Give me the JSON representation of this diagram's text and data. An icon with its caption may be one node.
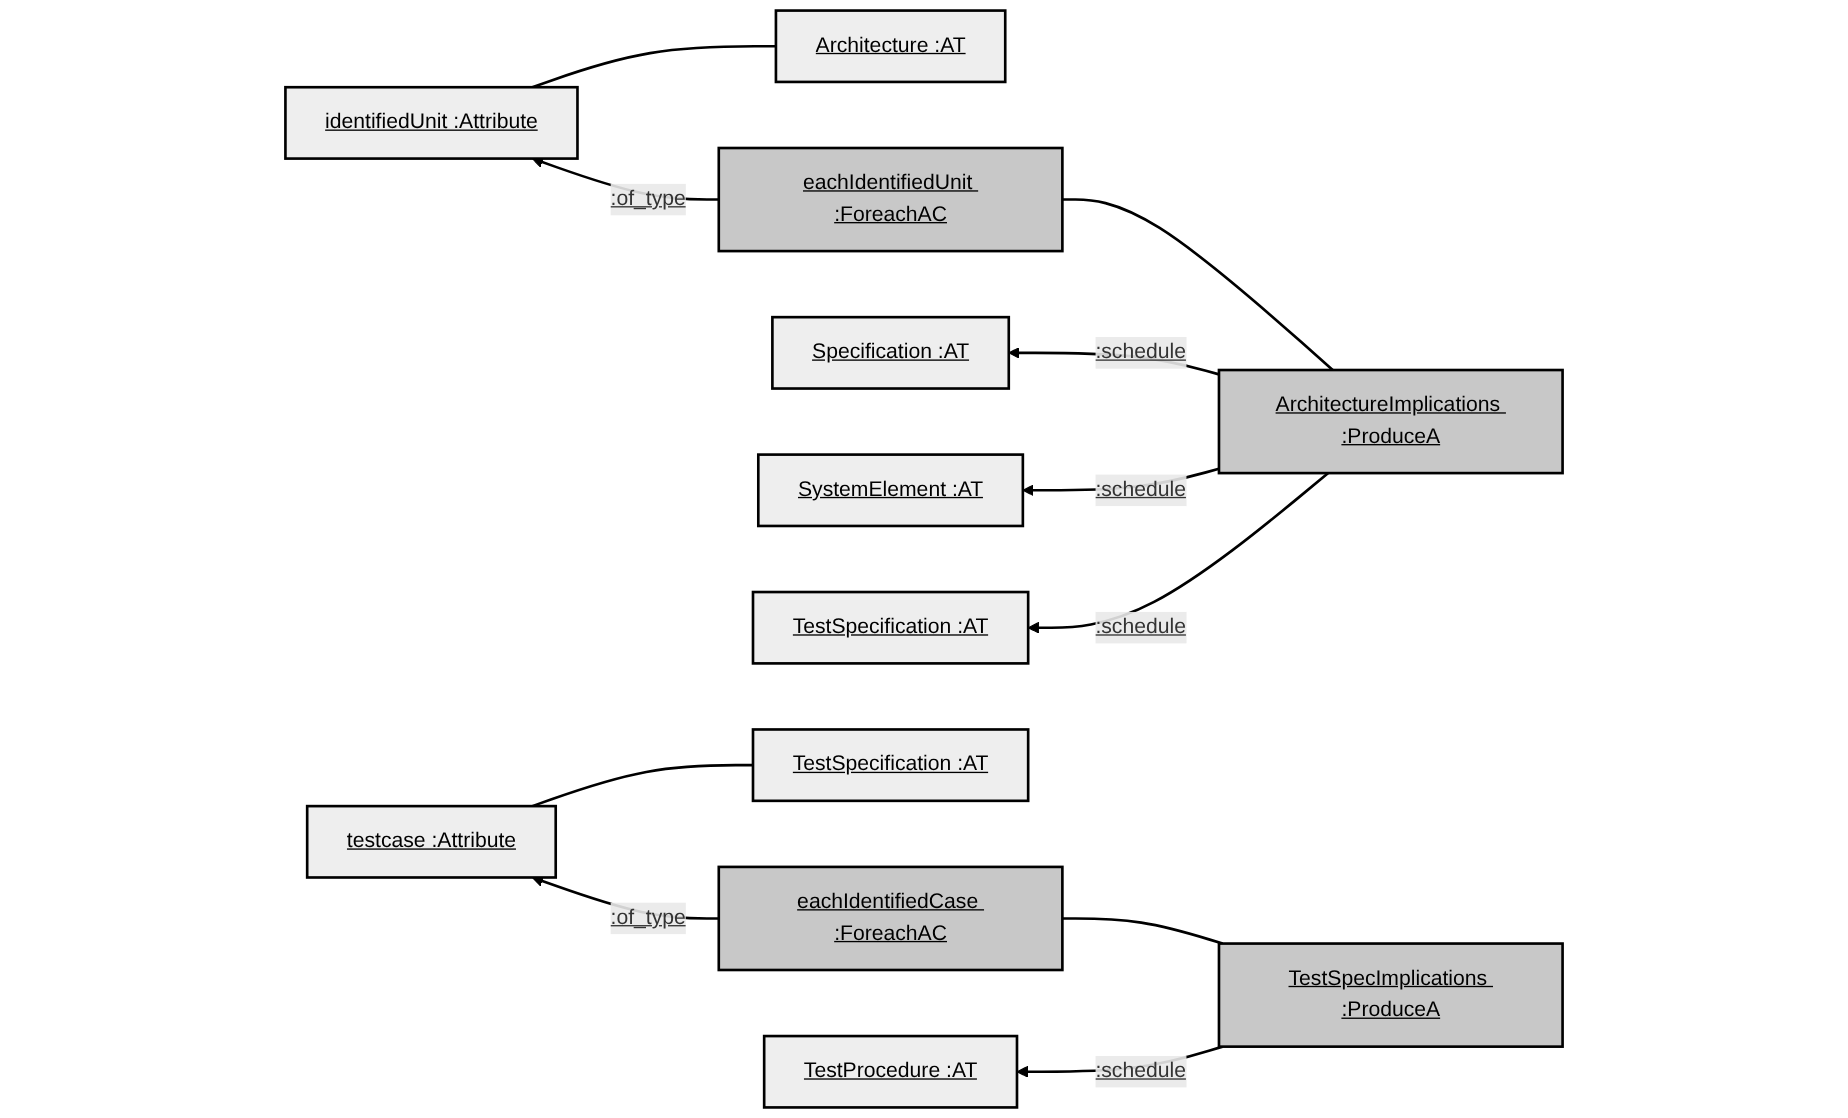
{
  "diagram": {
    "nodes": [
      {
        "text": [
          "Architecture :AT"
        ]
      },
      {
        "text": [
          "identifiedUnit :Attribute"
        ]
      },
      {
        "text": [
          "ArchitectureImplications :ProduceA"
        ]
      },
      {
        "text": [
          "eachIdentifiedUnit :ForeachAC"
        ]
      },
      {
        "text": [
          "Specification :AT"
        ]
      },
      {
        "text": [
          "SystemElement :AT"
        ]
      },
      {
        "text": [
          "TestSpecification :AT"
        ]
      },
      {
        "text": [
          "TestSpecification :AT"
        ]
      },
      {
        "text": [
          "testcase :Attribute"
        ]
      },
      {
        "text": [
          "TestSpecImplications :ProduceA"
        ]
      },
      {
        "text": [
          "eachIdentifiedCase :ForeachAC"
        ]
      },
      {
        "text": [
          "TestProcedure :AT"
        ]
      }
    ],
    "edges": [
      {
        "from": 0,
        "to": 1,
        "arrow": "none"
      },
      {
        "from": 2,
        "to": 3,
        "arrow": "none"
      },
      {
        "from": 3,
        "to": 1,
        "arrow": "to",
        "label": ":of_type"
      },
      {
        "from": 2,
        "to": 4,
        "arrow": "to",
        "label": ":schedule"
      },
      {
        "from": 2,
        "to": 5,
        "arrow": "to",
        "label": ":schedule"
      },
      {
        "from": 2,
        "to": 6,
        "arrow": "to",
        "label": ":schedule"
      },
      {
        "from": 7,
        "to": 8,
        "arrow": "none"
      },
      {
        "from": 9,
        "to": 10,
        "arrow": "none"
      },
      {
        "from": 10,
        "to": 8,
        "arrow": "to",
        "label": ":of_type"
      },
      {
        "from": 9,
        "to": 11,
        "arrow": "to",
        "label": ":schedule"
      }
    ]
  }
}
